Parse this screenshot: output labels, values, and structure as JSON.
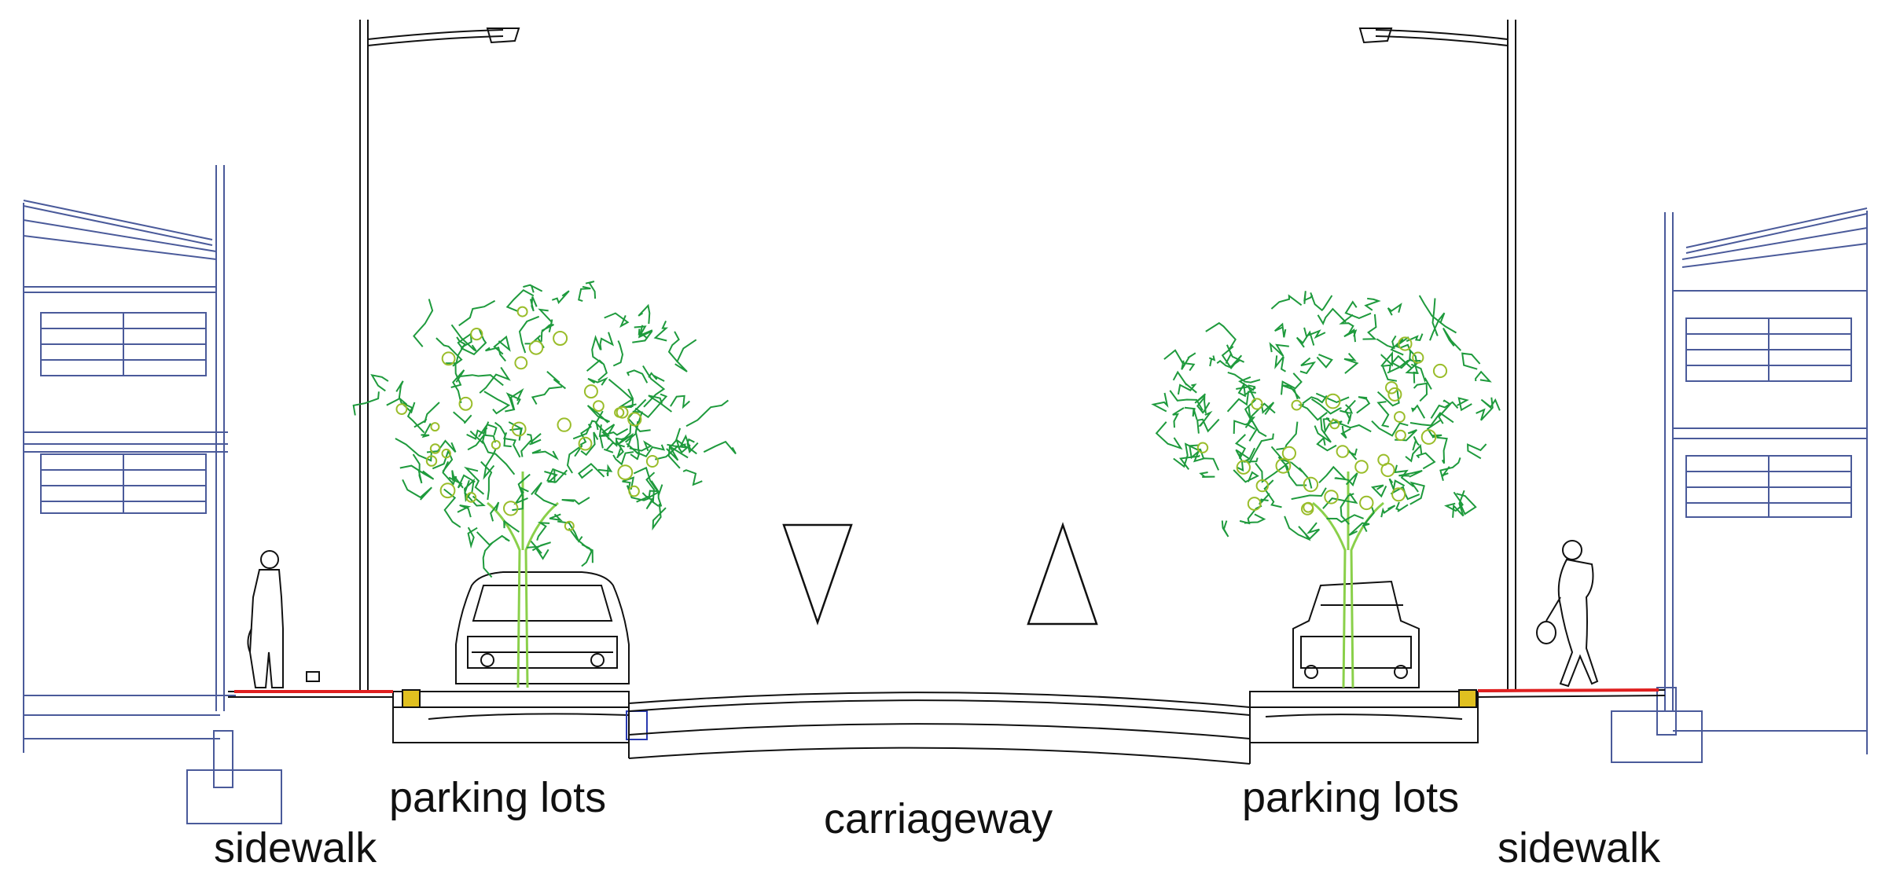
{
  "labels": {
    "sidewalk_left": "sidewalk",
    "parking_left": "parking lots",
    "carriageway": "carriageway",
    "parking_right": "parking lots",
    "sidewalk_right": "sidewalk"
  },
  "colors": {
    "building_line": "#4a5a9a",
    "tree_foliage": "#1e9a3c",
    "tree_fruit": "#9abd2a",
    "tree_trunk": "#8ad04a",
    "pavement_red": "#e02020",
    "line_black": "#111111"
  }
}
